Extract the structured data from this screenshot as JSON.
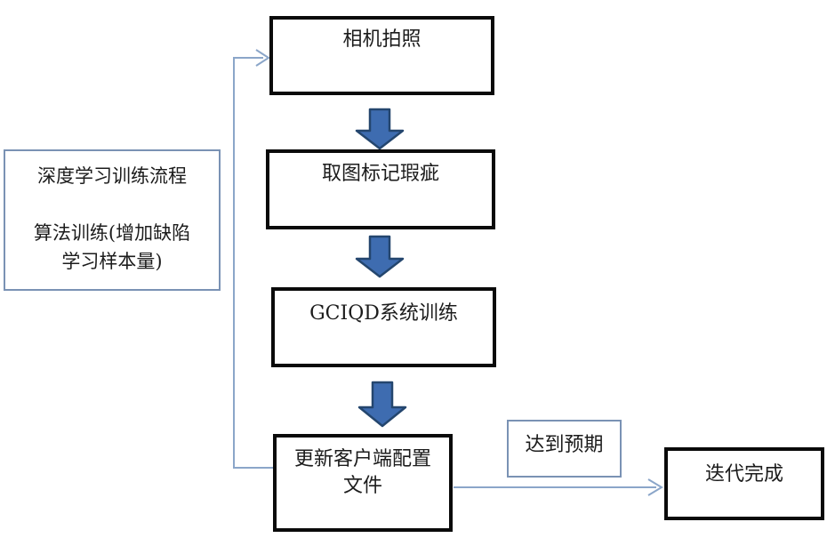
{
  "flowchart": {
    "side_note": "深度学习训练流程\n\n算法训练(增加缺陷\n学习样本量)",
    "steps": {
      "camera": "相机拍照",
      "mark": "取图标记瑕疵",
      "train": "GCIQD系统训练",
      "update": "更新客户端配置\n文件",
      "done": "迭代完成"
    },
    "edge_label": "达到预期",
    "colors": {
      "node_border": "#0a0a0a",
      "note_border": "#7a92b4",
      "connector": "#8ba6c9",
      "block_arrow_fill": "#3e6cb0",
      "block_arrow_edge": "#24466e",
      "background": "#ffffff"
    }
  }
}
